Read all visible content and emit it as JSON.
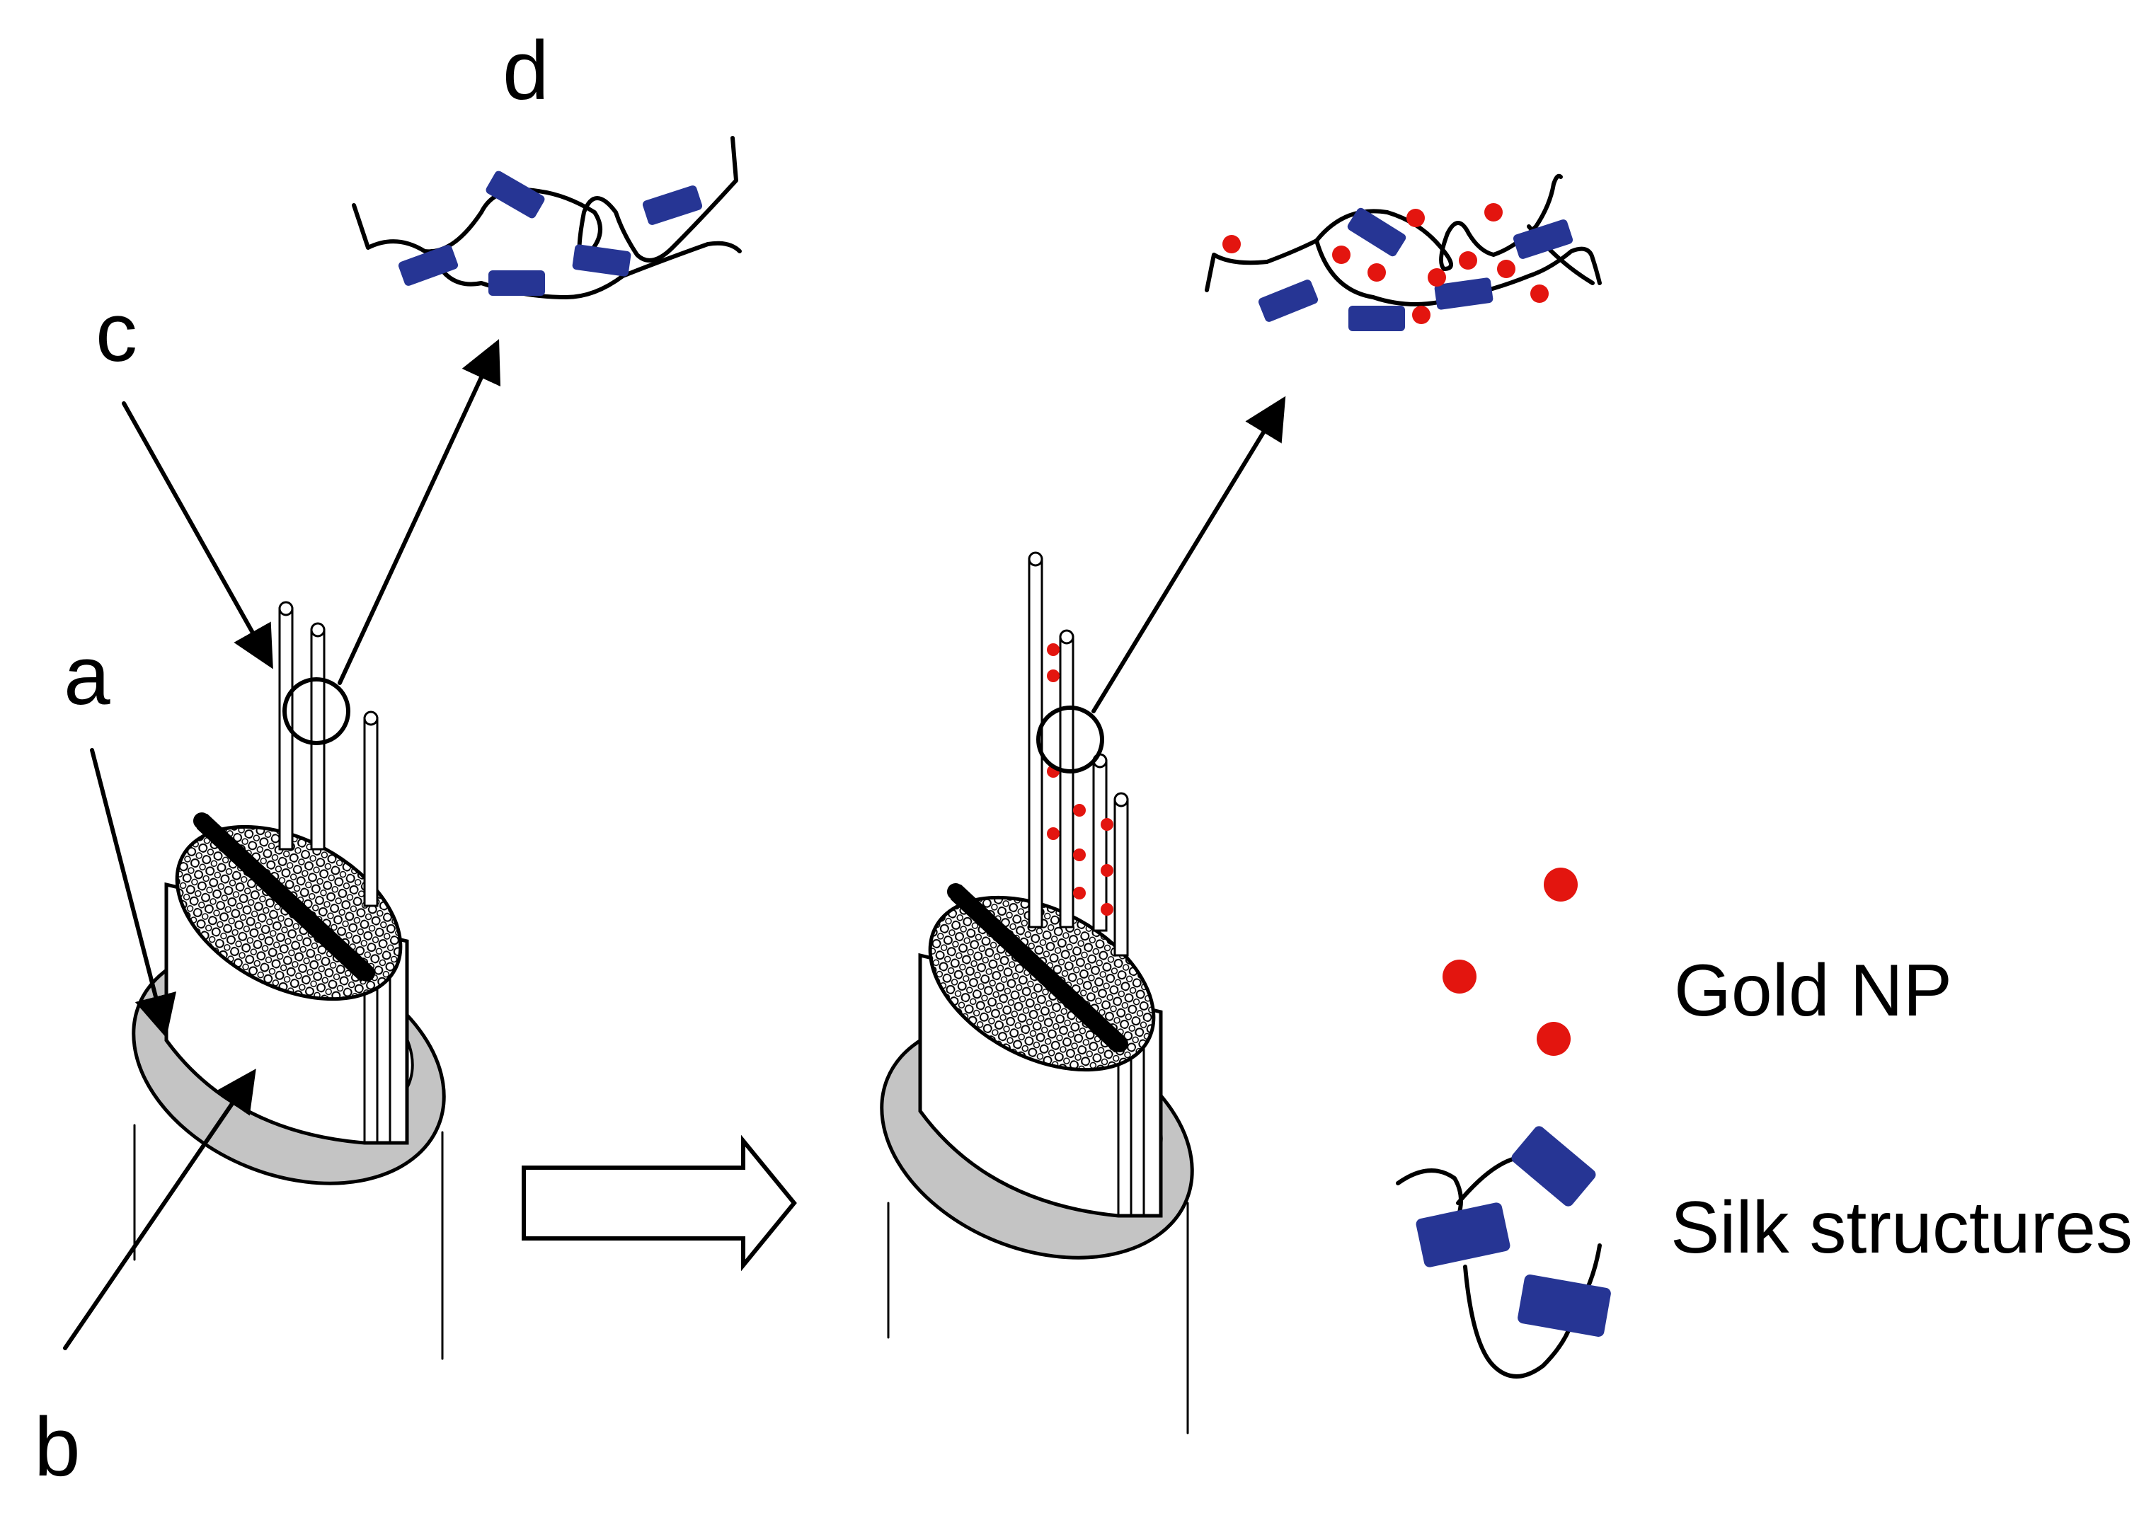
{
  "labels": {
    "a": "a",
    "b": "b",
    "c": "c",
    "d": "d"
  },
  "legend": {
    "gold_np": "Gold NP",
    "silk_structures": "Silk structures"
  },
  "colors": {
    "silk_block": "#263594",
    "gold_np": "#e3150f",
    "sheath_ring": "#c4c4c4",
    "line": "#000000"
  },
  "icons": {
    "process_arrow": "block-arrow-right"
  }
}
